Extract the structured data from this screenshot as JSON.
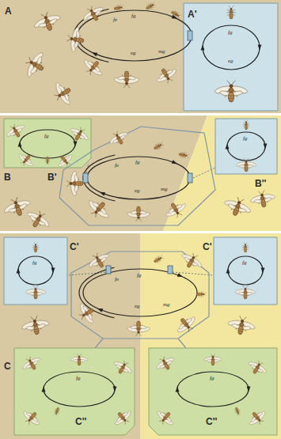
{
  "diagram": {
    "nodes": [
      {
        "text": [
          "A"
        ]
      },
      {
        "text": [
          "A'"
        ],
        "in": 0
      },
      {
        "text": [
          "B"
        ]
      },
      {
        "text": [
          "B'"
        ],
        "in": 2
      },
      {
        "text": [
          "B''"
        ],
        "in": 2
      },
      {
        "text": [
          "C"
        ]
      },
      {
        "text": [
          "C'"
        ],
        "in": 5
      },
      {
        "text": [
          "C'"
        ],
        "in": 5
      },
      {
        "text": [
          "C''"
        ],
        "in": 5
      },
      {
        "text": [
          "C''"
        ],
        "in": 5
      }
    ],
    "labels": [
      "fe",
      "fg",
      "eg",
      "mg",
      "fg",
      "eg",
      "fe",
      "fg",
      "eg",
      "mg",
      "fg",
      "fg",
      "fe",
      "fg",
      "eg",
      "mg",
      "fg",
      "fg",
      "fg",
      "fg"
    ]
  }
}
